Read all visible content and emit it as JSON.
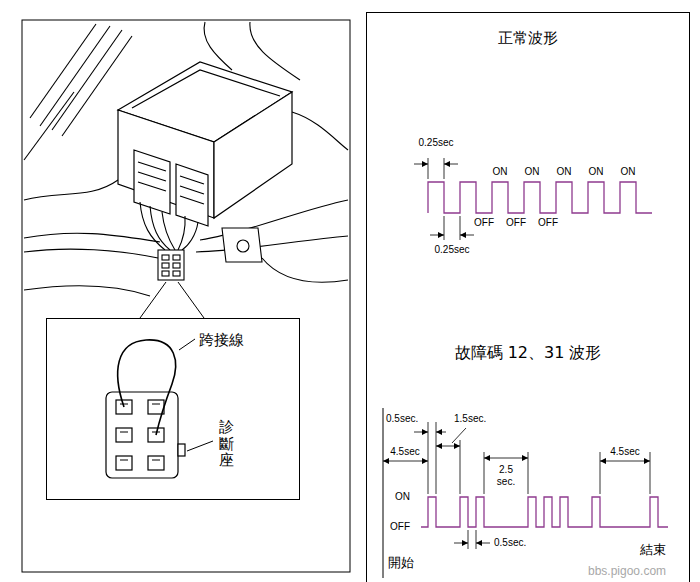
{
  "diagram": {
    "nodes": [
      {
        "text": [
          "跨接線",
          "診斷座"
        ]
      },
      {
        "text": [
          "正常波形",
          "故障碼 12、31 波形"
        ]
      }
    ],
    "labels": [
      "0.25sec",
      "ON",
      "ON",
      "ON",
      "ON",
      "ON",
      "OFF",
      "OFF",
      "OFF",
      "0.25sec",
      "0.5sec.",
      "1.5sec.",
      "4.5sec",
      "2.5 sec.",
      "ON",
      "OFF",
      "0.5sec.",
      "4.5sec",
      "開始",
      "結束",
      "bbs.pigoo.com"
    ]
  }
}
